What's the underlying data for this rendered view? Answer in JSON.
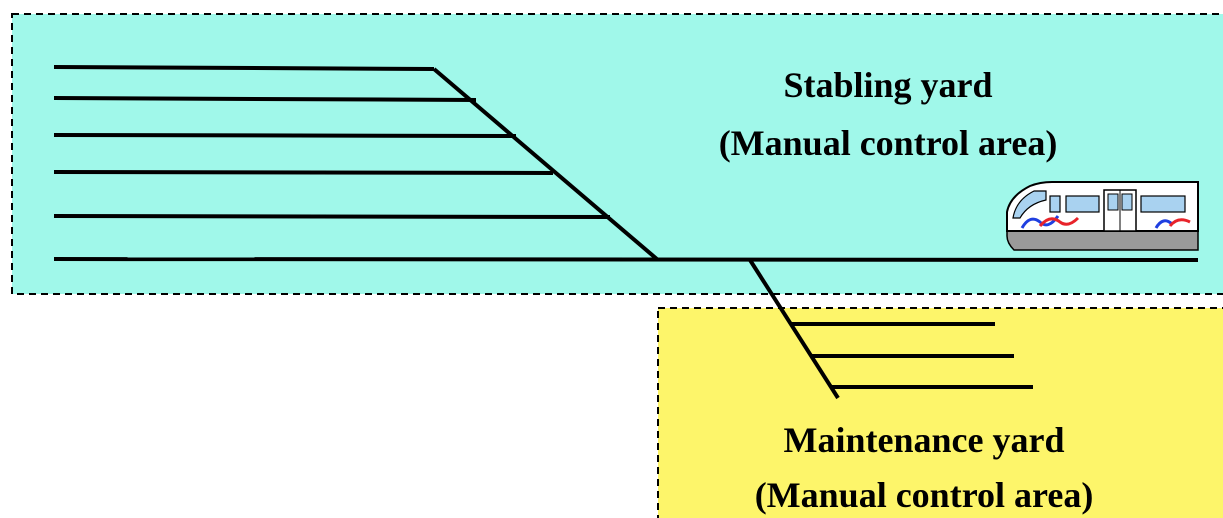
{
  "stabling_yard": {
    "title": "Stabling yard",
    "subtitle": "(Manual control area)",
    "fill_color": "#a0f8ea"
  },
  "maintenance_yard": {
    "title": "Maintenance yard",
    "subtitle": "(Manual control area)",
    "fill_color": "#fdf56a"
  },
  "train": {
    "icon": "train-icon",
    "body_color": "#ffffff",
    "window_color": "#a9d2f0",
    "stripe_colors": [
      "#1f3fe0",
      "#e8232a"
    ],
    "base_color": "#9a9a9a"
  },
  "colors": {
    "track": "#000000",
    "border": "#000000"
  }
}
